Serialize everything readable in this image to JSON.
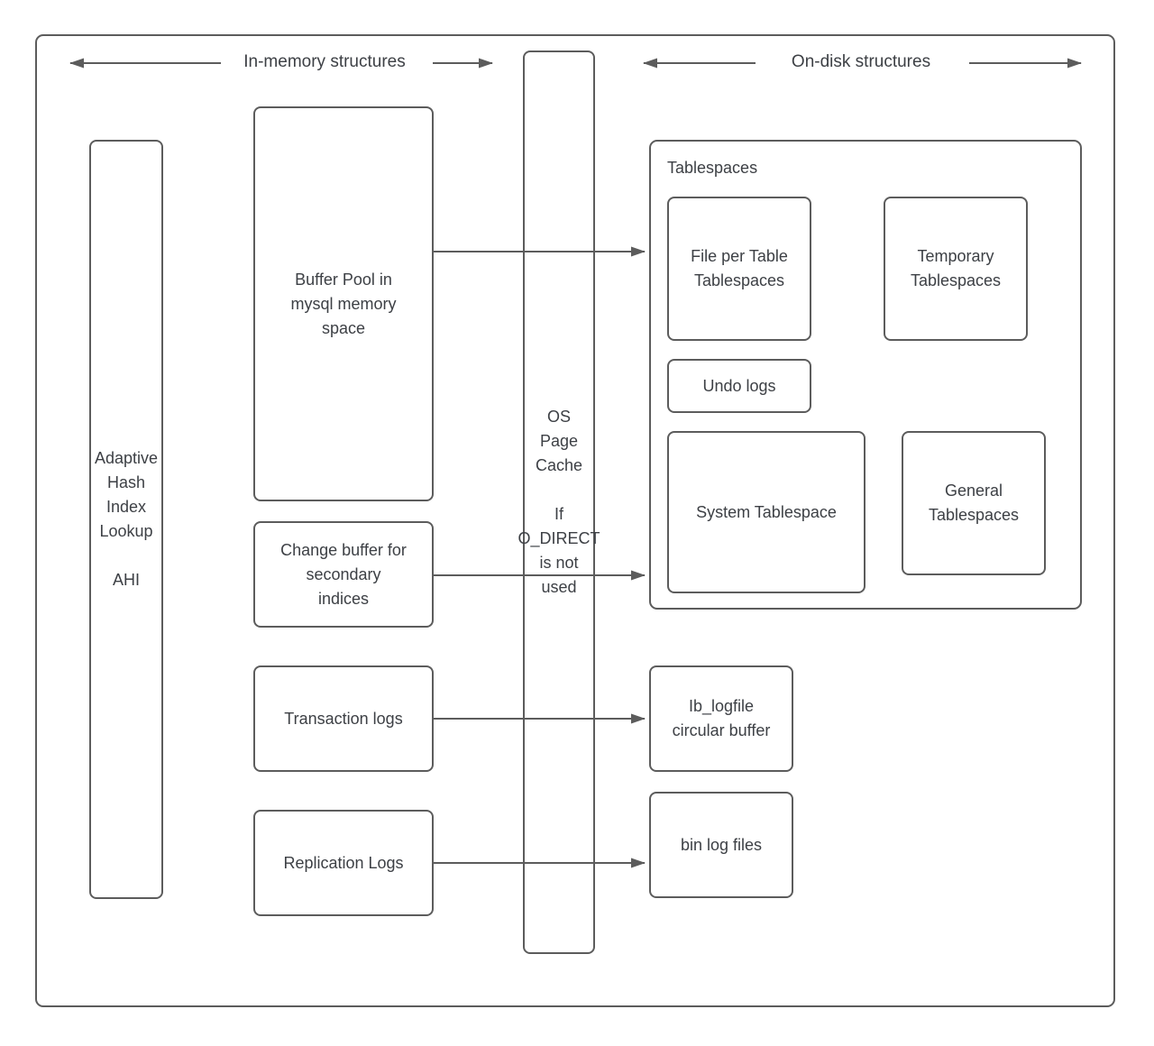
{
  "colors": {
    "border": "#5c5c5c",
    "text": "#3d4045",
    "arrow": "#5c5c5c",
    "background": "#ffffff"
  },
  "headers": {
    "in_memory": "In-memory structures",
    "on_disk": "On-disk structures"
  },
  "nodes": {
    "ahi": {
      "lines": [
        "Adaptive",
        "Hash",
        "Index",
        "Lookup",
        "",
        "AHI"
      ]
    },
    "buffer_pool": {
      "label": "Buffer Pool in mysql memory space"
    },
    "change_buffer": {
      "lines": [
        "Change buffer for",
        "secondary",
        "indices"
      ]
    },
    "transaction_logs": {
      "label": "Transaction logs"
    },
    "replication_logs": {
      "label": "Replication Logs"
    },
    "os_page_cache": {
      "lines": [
        "OS",
        "Page",
        "Cache",
        "",
        "If",
        "O_DIRECT",
        "is not",
        "used"
      ]
    },
    "tablespaces": {
      "title": "Tablespaces"
    },
    "file_per_table": {
      "label": "File per Table Tablespaces"
    },
    "temporary_tablespaces": {
      "label": "Temporary Tablespaces"
    },
    "undo_logs": {
      "label": "Undo logs"
    },
    "system_tablespace": {
      "label": "System Tablespace"
    },
    "general_tablespaces": {
      "label": "General Tablespaces"
    },
    "ib_logfile": {
      "lines": [
        "Ib_logfile",
        "circular buffer"
      ]
    },
    "bin_log_files": {
      "label": "bin log files"
    }
  }
}
